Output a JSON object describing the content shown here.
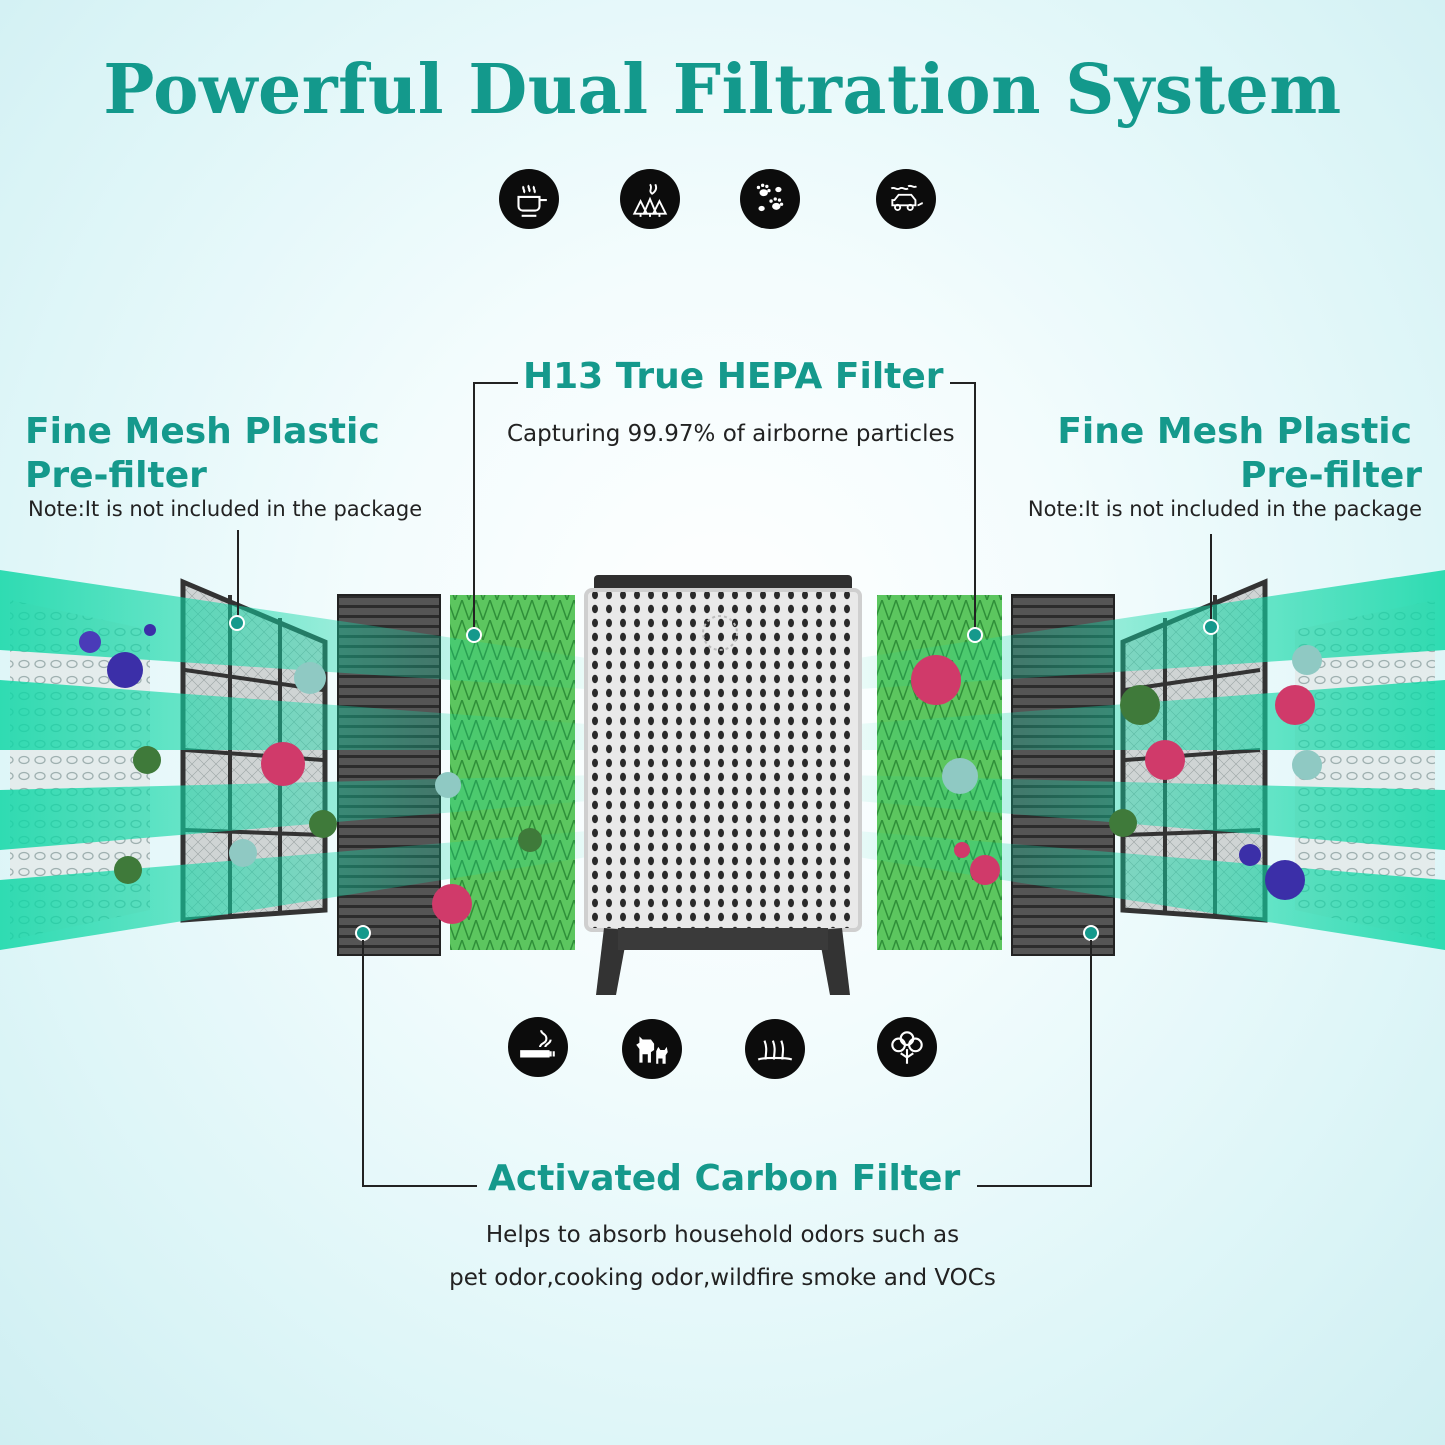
{
  "title": "Powerful Dual Filtration System",
  "top_icons": [
    {
      "name": "cooking-pot-icon"
    },
    {
      "name": "wildfire-trees-icon"
    },
    {
      "name": "paw-prints-icon"
    },
    {
      "name": "car-exhaust-icon"
    }
  ],
  "bottom_icons": [
    {
      "name": "smoking-icon"
    },
    {
      "name": "pet-dog-cat-icon"
    },
    {
      "name": "hair-follicle-icon"
    },
    {
      "name": "cotton-flower-icon"
    }
  ],
  "hepa": {
    "heading": "H13 True HEPA Filter",
    "subtitle": "Capturing 99.97% of airborne particles"
  },
  "prefilter_left": {
    "heading_line1": "Fine Mesh Plastic",
    "heading_line2": "Pre-filter",
    "note": "Note:It is not included in the package"
  },
  "prefilter_right": {
    "heading_line1": "Fine Mesh Plastic",
    "heading_line2": "Pre-filter",
    "note": "Note:It is not included in the package"
  },
  "carbon": {
    "heading": "Activated Carbon Filter",
    "desc_line1": "Helps to absorb household odors such as",
    "desc_line2": "pet odor,cooking odor,wildfire smoke and VOCs"
  },
  "colors": {
    "accent": "#15998c",
    "hepa_green": "#3bb84a",
    "virus_pink": "#d03a6a",
    "virus_blue": "#3b2fa8",
    "virus_green": "#3f7a3a"
  }
}
